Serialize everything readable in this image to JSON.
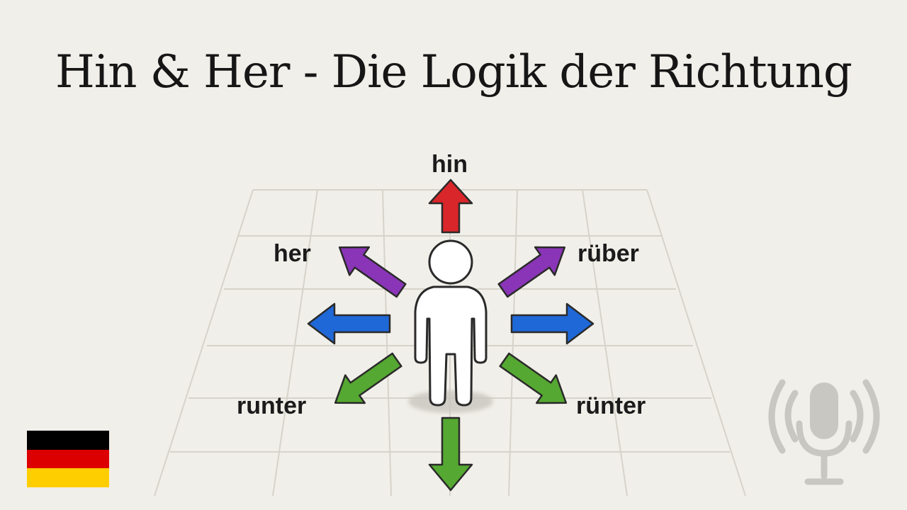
{
  "title": "Hin & Her - Die Logik der Richtung",
  "labels": {
    "up": "hin",
    "upper_left": "her",
    "upper_right": "rüber",
    "lower_left": "runter",
    "lower_right": "rünter"
  },
  "arrow_colors": {
    "up": "#d9262a",
    "upper_left": "#8a35b8",
    "upper_right": "#8a35b8",
    "left": "#1f68d8",
    "right": "#1f68d8",
    "lower_left": "#55a831",
    "lower_right": "#55a831",
    "down": "#55a831"
  },
  "flag_colors": [
    "#000000",
    "#dd0000",
    "#ffce00"
  ],
  "icons": [
    "person-icon",
    "microphone-icon",
    "german-flag-icon"
  ]
}
